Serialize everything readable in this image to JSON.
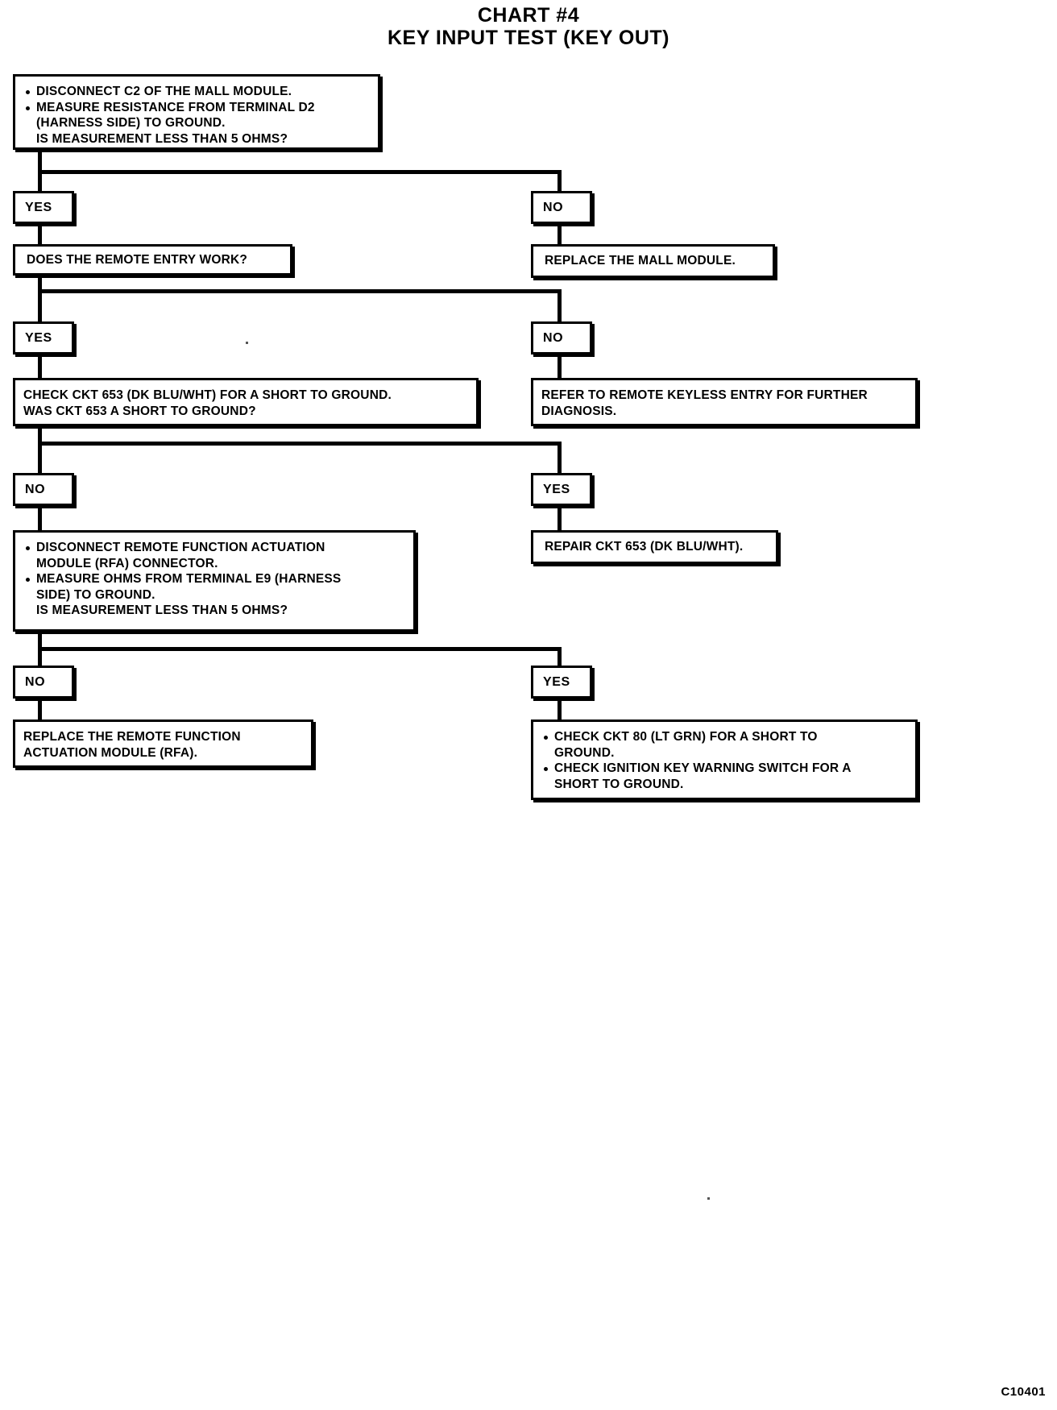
{
  "title": {
    "line1": "CHART #4",
    "line2": "KEY INPUT TEST (KEY OUT)"
  },
  "footer": {
    "code": "C10401"
  },
  "labels": {
    "yes": "YES",
    "no": "NO"
  },
  "nodes": {
    "n1": {
      "bullets": [
        [
          "DISCONNECT C2 OF THE MALL MODULE."
        ],
        [
          "MEASURE RESISTANCE FROM TERMINAL D2",
          "(HARNESS SIDE) TO GROUND.",
          "IS MEASUREMENT LESS THAN 5 OHMS?"
        ]
      ],
      "b1l1": "DISCONNECT C2 OF THE MALL MODULE.",
      "b2l1": "MEASURE RESISTANCE FROM TERMINAL D2",
      "b2l2": "(HARNESS SIDE) TO GROUND.",
      "b2l3": "IS MEASUREMENT LESS THAN 5 OHMS?"
    },
    "n1_yes": "YES",
    "n1_no": "NO",
    "n2": {
      "text": "DOES THE REMOTE ENTRY WORK?"
    },
    "n2r": {
      "text": "REPLACE THE MALL MODULE."
    },
    "n2_yes": "YES",
    "n2_no": "NO",
    "n3": {
      "l1": "CHECK CKT 653 (DK BLU/WHT) FOR A SHORT TO GROUND.",
      "l2": "WAS CKT 653 A SHORT TO GROUND?"
    },
    "n3r": {
      "l1": "REFER TO REMOTE KEYLESS ENTRY FOR FURTHER",
      "l2": "DIAGNOSIS."
    },
    "n3_no": "NO",
    "n3_yes": "YES",
    "n4": {
      "b1l1": "DISCONNECT REMOTE FUNCTION ACTUATION",
      "b1l2": "MODULE (RFA) CONNECTOR.",
      "b2l1": "MEASURE OHMS FROM TERMINAL E9 (HARNESS",
      "b2l2": "SIDE) TO GROUND.",
      "b2l3": "IS MEASUREMENT LESS THAN 5 OHMS?"
    },
    "n4r": {
      "text": "REPAIR CKT 653 (DK BLU/WHT)."
    },
    "n4_no": "NO",
    "n4_yes": "YES",
    "n5": {
      "l1": "REPLACE THE REMOTE FUNCTION",
      "l2": "ACTUATION MODULE (RFA)."
    },
    "n5r": {
      "b1l1": "CHECK CKT 80 (LT GRN) FOR A SHORT TO",
      "b1l2": "GROUND.",
      "b2l1": "CHECK IGNITION KEY WARNING SWITCH FOR A",
      "b2l2": "SHORT TO GROUND."
    }
  },
  "chart_data": {
    "type": "flowchart",
    "title": "CHART #4 — KEY INPUT TEST (KEY OUT)",
    "nodes": [
      {
        "id": "q1",
        "kind": "question",
        "text": "DISCONNECT C2 OF THE MALL MODULE. / MEASURE RESISTANCE FROM TERMINAL D2 (HARNESS SIDE) TO GROUND. IS MEASUREMENT LESS THAN 5 OHMS?"
      },
      {
        "id": "a1n",
        "kind": "terminal",
        "text": "REPLACE THE MALL MODULE."
      },
      {
        "id": "q2",
        "kind": "question",
        "text": "DOES THE REMOTE ENTRY WORK?"
      },
      {
        "id": "a2n",
        "kind": "terminal",
        "text": "REFER TO REMOTE KEYLESS ENTRY FOR FURTHER DIAGNOSIS."
      },
      {
        "id": "q3",
        "kind": "question",
        "text": "CHECK CKT 653 (DK BLU/WHT) FOR A SHORT TO GROUND. WAS CKT 653 A SHORT TO GROUND?"
      },
      {
        "id": "a3y",
        "kind": "terminal",
        "text": "REPAIR CKT 653 (DK BLU/WHT)."
      },
      {
        "id": "q4",
        "kind": "question",
        "text": "DISCONNECT REMOTE FUNCTION ACTUATION MODULE (RFA) CONNECTOR. / MEASURE OHMS FROM TERMINAL E9 (HARNESS SIDE) TO GROUND. IS MEASUREMENT LESS THAN 5 OHMS?"
      },
      {
        "id": "a4n",
        "kind": "terminal",
        "text": "REPLACE THE REMOTE FUNCTION ACTUATION MODULE (RFA)."
      },
      {
        "id": "a4y",
        "kind": "terminal",
        "text": "CHECK CKT 80 (LT GRN) FOR A SHORT TO GROUND. / CHECK IGNITION KEY WARNING SWITCH FOR A SHORT TO GROUND."
      }
    ],
    "edges": [
      {
        "from": "q1",
        "to": "q2",
        "label": "YES"
      },
      {
        "from": "q1",
        "to": "a1n",
        "label": "NO"
      },
      {
        "from": "q2",
        "to": "q3",
        "label": "YES"
      },
      {
        "from": "q2",
        "to": "a2n",
        "label": "NO"
      },
      {
        "from": "q3",
        "to": "q4",
        "label": "NO"
      },
      {
        "from": "q3",
        "to": "a3y",
        "label": "YES"
      },
      {
        "from": "q4",
        "to": "a4n",
        "label": "NO"
      },
      {
        "from": "q4",
        "to": "a4y",
        "label": "YES"
      }
    ]
  }
}
